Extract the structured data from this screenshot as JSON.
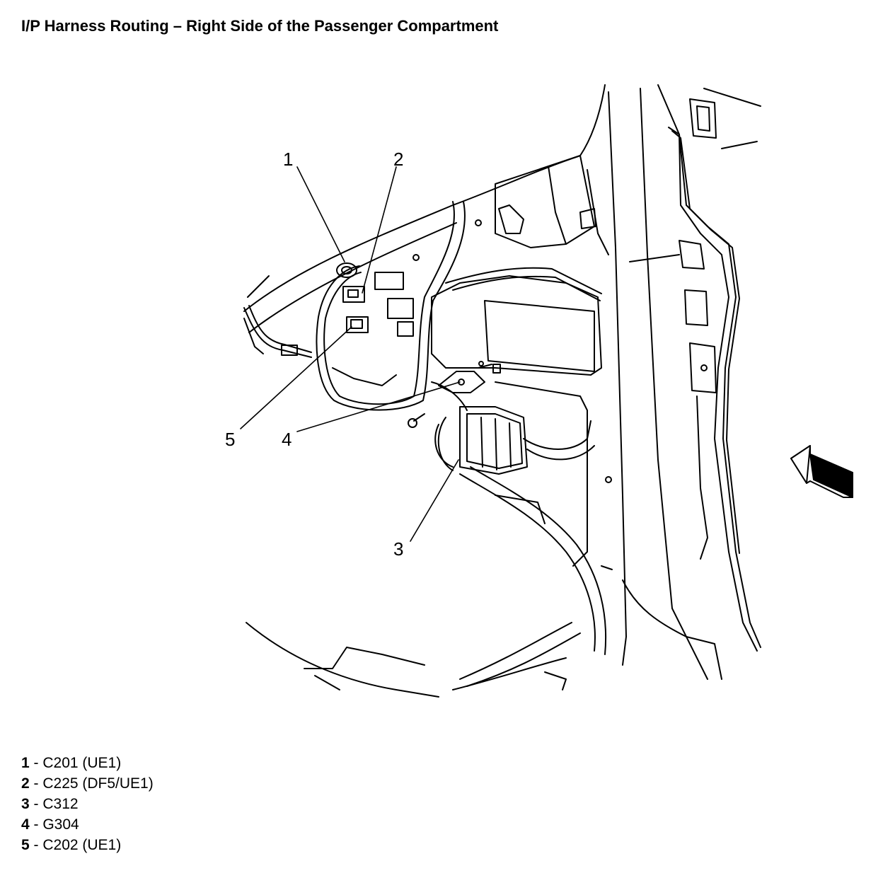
{
  "title": "I/P Harness Routing – Right Side of the Passenger Compartment",
  "callouts": [
    "1",
    "2",
    "3",
    "4",
    "5"
  ],
  "legend": [
    {
      "num": "1",
      "text": " - C201 (UE1)"
    },
    {
      "num": "2",
      "text": " - C225 (DF5/UE1)"
    },
    {
      "num": "3",
      "text": " - C312"
    },
    {
      "num": "4",
      "text": " - G304"
    },
    {
      "num": "5",
      "text": " - C202 (UE1)"
    }
  ],
  "icons": [
    "front-direction-arrow-icon"
  ]
}
